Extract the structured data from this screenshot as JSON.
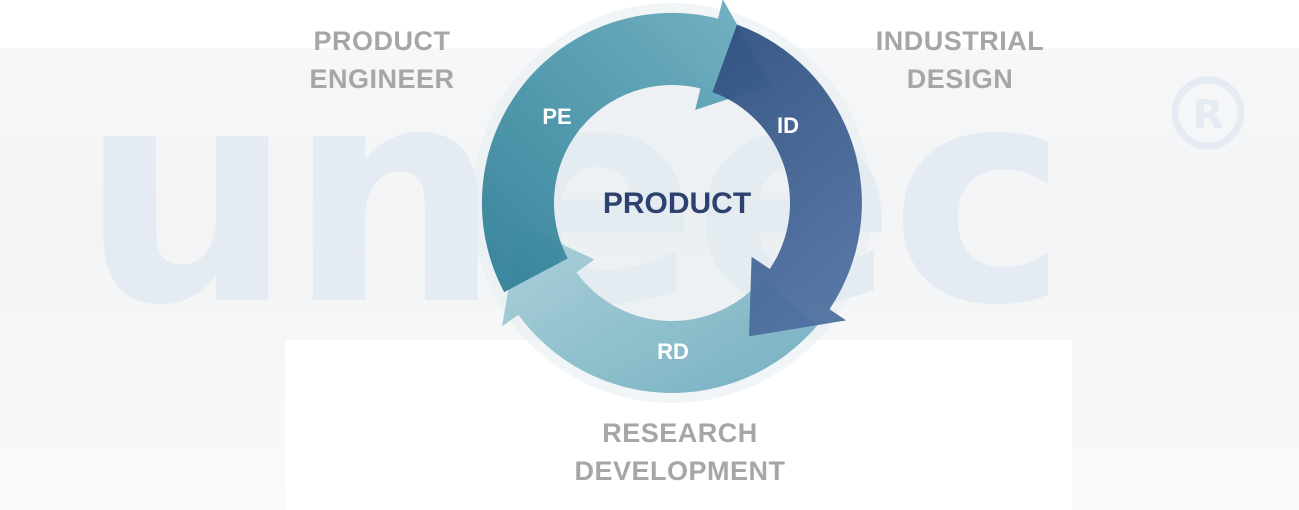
{
  "diagram": {
    "center": "PRODUCT",
    "segments": [
      {
        "key": "pe",
        "abbr": "PE",
        "title_lines": [
          "PRODUCT",
          "ENGINEER"
        ],
        "color": "#4f93a6"
      },
      {
        "key": "id",
        "abbr": "ID",
        "title_lines": [
          "INDUSTRIAL",
          "DESIGN"
        ],
        "color": "#3e5b8c"
      },
      {
        "key": "rd",
        "abbr": "RD",
        "title_lines": [
          "RESEARCH",
          "DEVELOPMENT"
        ],
        "color": "#84bccb"
      }
    ]
  },
  "watermark": {
    "text": "uneec",
    "registered_mark": "®",
    "color": "#e4ebf2"
  },
  "colors": {
    "outer_label": "#a6a6a6",
    "center_label": "#2e4270",
    "ring_background": "#e6ecf1"
  }
}
